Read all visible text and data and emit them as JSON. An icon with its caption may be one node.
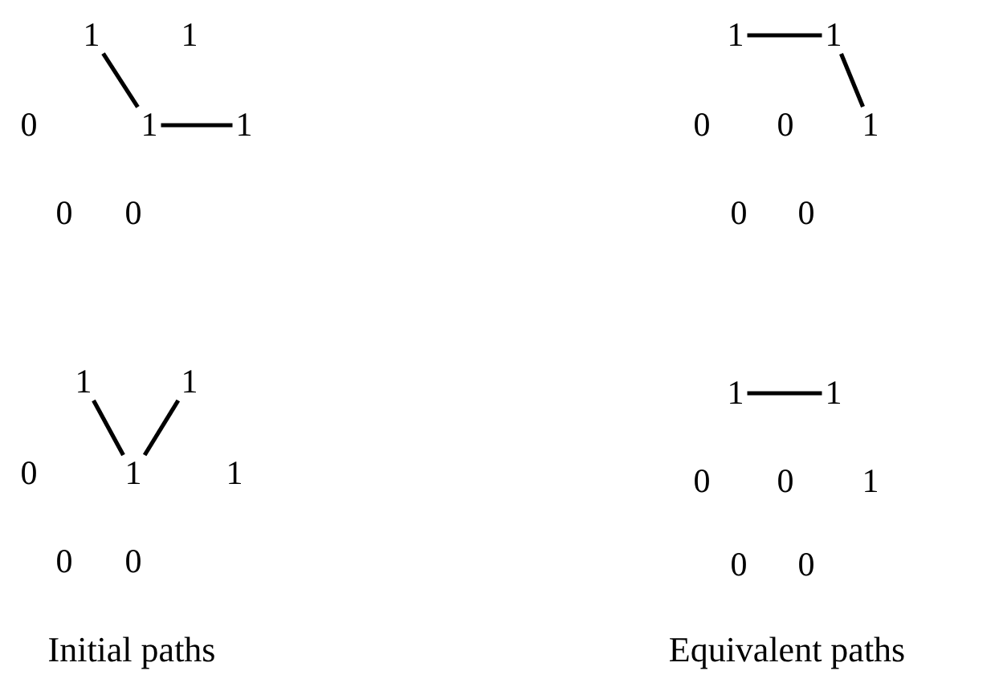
{
  "diagram": {
    "nodes": [
      {
        "text": [
          "1"
        ]
      },
      {
        "text": [
          "1"
        ]
      },
      {
        "text": [
          "0"
        ]
      },
      {
        "text": [
          "1"
        ]
      },
      {
        "text": [
          "1"
        ]
      },
      {
        "text": [
          "0"
        ]
      },
      {
        "text": [
          "0"
        ]
      },
      {
        "text": [
          "1"
        ]
      },
      {
        "text": [
          "1"
        ]
      },
      {
        "text": [
          "0"
        ]
      },
      {
        "text": [
          "0"
        ]
      },
      {
        "text": [
          "1"
        ]
      },
      {
        "text": [
          "0"
        ]
      },
      {
        "text": [
          "0"
        ]
      },
      {
        "text": [
          "1"
        ]
      },
      {
        "text": [
          "1"
        ]
      },
      {
        "text": [
          "0"
        ]
      },
      {
        "text": [
          "1"
        ]
      },
      {
        "text": [
          "1"
        ]
      },
      {
        "text": [
          "0"
        ]
      },
      {
        "text": [
          "0"
        ]
      },
      {
        "text": [
          "1"
        ]
      },
      {
        "text": [
          "1"
        ]
      },
      {
        "text": [
          "0"
        ]
      },
      {
        "text": [
          "0"
        ]
      },
      {
        "text": [
          "1"
        ]
      },
      {
        "text": [
          "0"
        ]
      },
      {
        "text": [
          "0"
        ]
      }
    ],
    "edges": [
      {
        "from": 0,
        "to": 3,
        "arrow": "none"
      },
      {
        "from": 3,
        "to": 4,
        "arrow": "none"
      },
      {
        "from": 7,
        "to": 8,
        "arrow": "none"
      },
      {
        "from": 8,
        "to": 11,
        "arrow": "none"
      },
      {
        "from": 14,
        "to": 17,
        "arrow": "none"
      },
      {
        "from": 15,
        "to": 17,
        "arrow": "none"
      },
      {
        "from": 21,
        "to": 22,
        "arrow": "none"
      }
    ],
    "labels": [
      "Initial paths",
      "Equivalent paths"
    ]
  }
}
